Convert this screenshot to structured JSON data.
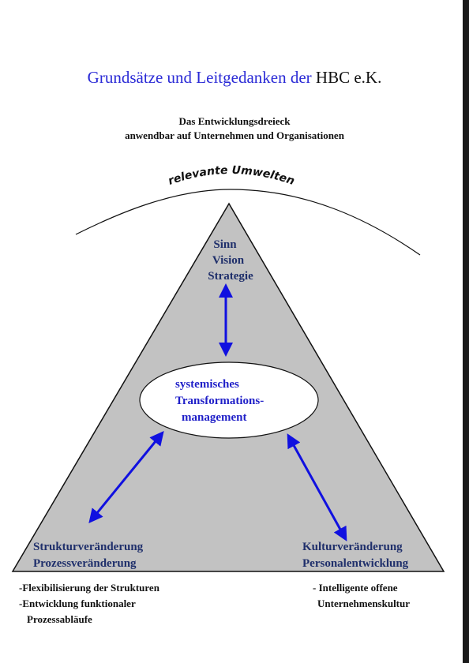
{
  "title": {
    "part1": "Grundsätze und Leitgedanken der ",
    "part2": "HBC e.K."
  },
  "subtitle_line1": "Das Entwicklungsdreieck",
  "subtitle_line2": "anwendbar auf Unternehmen und Organisationen",
  "arc_label": "relevante Umwelten",
  "apex": {
    "line1": "Sinn",
    "line2": "Vision",
    "line3": "Strategie"
  },
  "center": {
    "line1": "systemisches",
    "line2": "Transformations-",
    "line3": "management"
  },
  "bottom_left": {
    "line1": "Strukturveränderung",
    "line2": "Prozessveränderung"
  },
  "bottom_right": {
    "line1": "Kulturveränderung",
    "line2": "Personalentwicklung"
  },
  "notes_left": {
    "line1": "-Flexibilisierung der Strukturen",
    "line2": "-Entwicklung funktionaler",
    "line3": "Prozessabläufe"
  },
  "notes_right": {
    "line1": "- Intelligente offene",
    "line2": "Unternehmenskultur"
  },
  "colors": {
    "title_blue": "#2a2ad6",
    "label_navy": "#1f2f6b",
    "center_blue": "#1f1fc8",
    "arrow_blue": "#1010e0",
    "triangle_gray": "#c2c2c2"
  }
}
